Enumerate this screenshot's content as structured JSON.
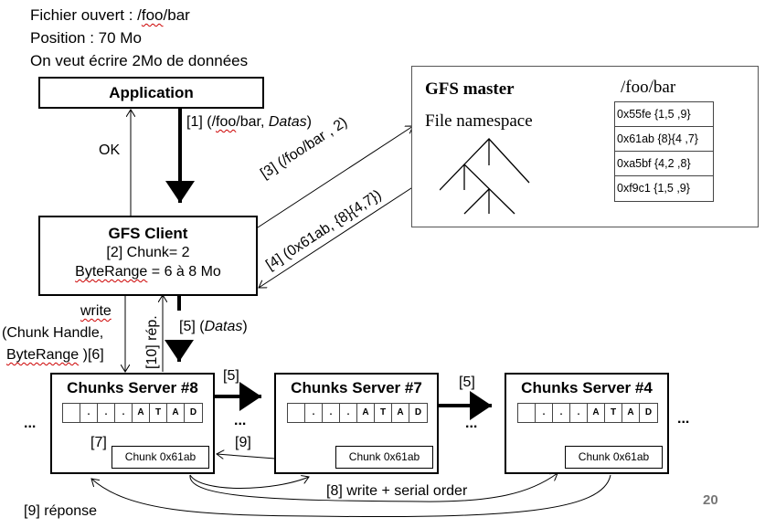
{
  "intro": {
    "line1_prefix": "Fichier ouvert : /",
    "line1_foo": "foo",
    "line1_suffix": "/bar",
    "line2": "Position : 70 Mo",
    "line3": "On veut écrire 2Mo de données"
  },
  "application": {
    "title": "Application"
  },
  "labels": {
    "ok": "OK",
    "step1_prefix": "[1] (/",
    "step1_foo": "foo",
    "step1_mid": "/bar, ",
    "step1_datas": "Datas",
    "step1_end": ")",
    "step3": "[3] (/foo/bar , 2)",
    "step4": "[4] (0x61ab, {8}{4,7})",
    "write_line1": "write",
    "write_line2": "(Chunk Handle,",
    "write_line3_a": "ByteRange",
    "write_line3_b": " )[6]",
    "step10": "[10] rép.",
    "step5_datas_prefix": "[5] (",
    "step5_datas_italic": "Datas",
    "step5_datas_end": ")",
    "step5_a": "[5]",
    "step5_b": "[5]",
    "step7": "[7]",
    "step9": "[9]",
    "step8": "[8] write + serial order",
    "step9_reponse": "[9] réponse",
    "ellipsis": "...",
    "page_number": "20"
  },
  "client": {
    "title": "GFS Client",
    "line1": "[2] Chunk= 2",
    "line2_a": "ByteRange",
    "line2_b": " = 6 à 8 Mo"
  },
  "master": {
    "title": "GFS master",
    "subtitle": "File namespace",
    "file_path": "/foo/bar",
    "chunks": [
      {
        "text": "0x55fe {1,5 ,9}",
        "highlighted": false
      },
      {
        "text": "0x61ab {8}{4 ,7}",
        "highlighted": true
      },
      {
        "text": "0xa5bf {4,2 ,8}",
        "highlighted": false
      },
      {
        "text": "0xf9c1 {1,5 ,9}",
        "highlighted": false
      }
    ],
    "highlight_color": "#3d5a80"
  },
  "servers": [
    {
      "title": "Chunks Server #8",
      "cells": [
        "",
        ".",
        ".",
        ".",
        "A",
        "T",
        "A",
        "D"
      ],
      "chunk": "Chunk 0x61ab"
    },
    {
      "title": "Chunks Server #7",
      "cells": [
        "",
        ".",
        ".",
        ".",
        "A",
        "T",
        "A",
        "D"
      ],
      "chunk": "Chunk 0x61ab"
    },
    {
      "title": "Chunks Server #4",
      "cells": [
        "",
        ".",
        ".",
        ".",
        "A",
        "T",
        "A",
        "D"
      ],
      "chunk": "Chunk 0x61ab"
    }
  ]
}
